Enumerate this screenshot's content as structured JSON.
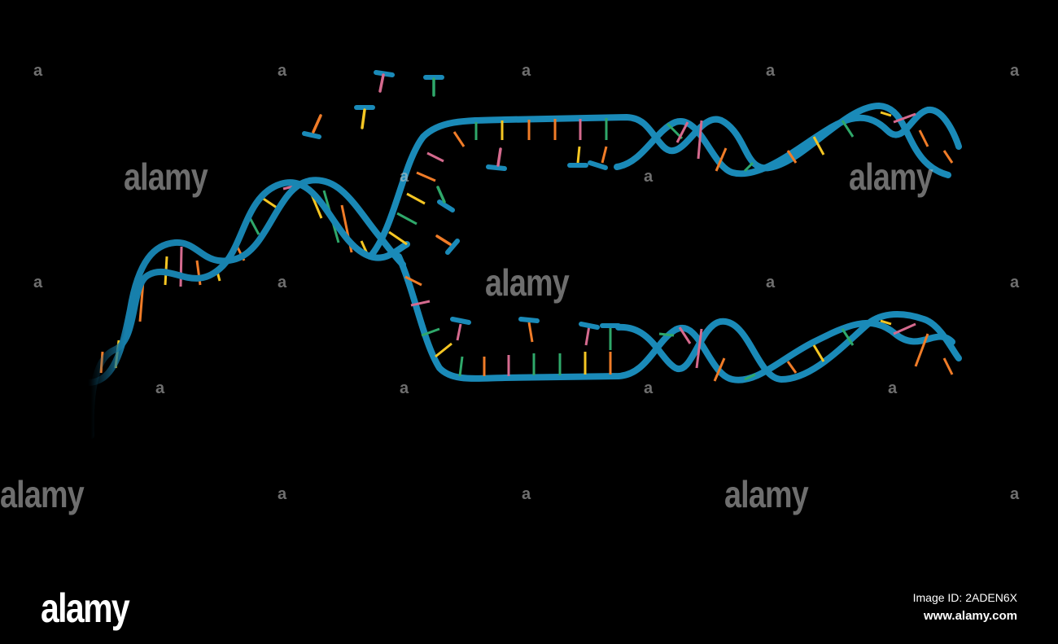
{
  "watermark": {
    "brand": "alamy",
    "small": "a"
  },
  "footer": {
    "logo": "alamy",
    "image_id": "Image ID: 2ADEN6X",
    "url": "www.alamy.com"
  },
  "colors": {
    "background": "#000000",
    "backbone": "#1a8ab8",
    "backbone_highlight": "#3db3e0",
    "base_orange": "#f07c28",
    "base_yellow": "#f5c623",
    "base_green": "#2fa86a",
    "base_pink": "#d56a8e"
  }
}
